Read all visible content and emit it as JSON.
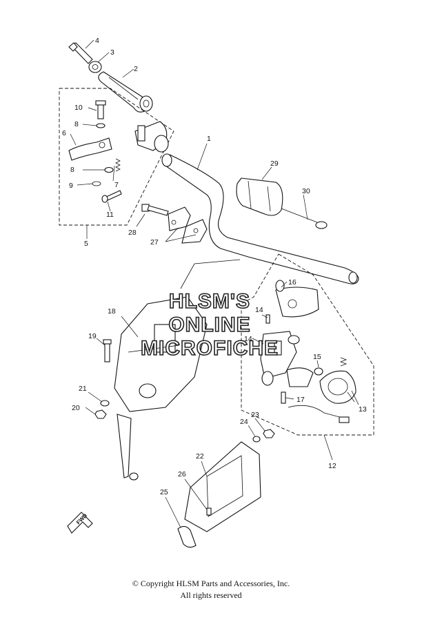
{
  "diagram": {
    "callouts": [
      {
        "id": "c4",
        "label": "4"
      },
      {
        "id": "c3",
        "label": "3"
      },
      {
        "id": "c2",
        "label": "2"
      },
      {
        "id": "c10",
        "label": "10"
      },
      {
        "id": "c8a",
        "label": "8"
      },
      {
        "id": "c6",
        "label": "6"
      },
      {
        "id": "c8b",
        "label": "8"
      },
      {
        "id": "c9",
        "label": "9"
      },
      {
        "id": "c7",
        "label": "7"
      },
      {
        "id": "c11",
        "label": "11"
      },
      {
        "id": "c5",
        "label": "5"
      },
      {
        "id": "c1",
        "label": "1"
      },
      {
        "id": "c29",
        "label": "29"
      },
      {
        "id": "c30",
        "label": "30"
      },
      {
        "id": "c28",
        "label": "28"
      },
      {
        "id": "c27",
        "label": "27"
      },
      {
        "id": "c16",
        "label": "16"
      },
      {
        "id": "c18",
        "label": "18"
      },
      {
        "id": "c14a",
        "label": "14"
      },
      {
        "id": "c14b",
        "label": "14"
      },
      {
        "id": "c19",
        "label": "19"
      },
      {
        "id": "c15",
        "label": "15"
      },
      {
        "id": "c21",
        "label": "21"
      },
      {
        "id": "c17",
        "label": "17"
      },
      {
        "id": "c13",
        "label": "13"
      },
      {
        "id": "c20",
        "label": "20"
      },
      {
        "id": "c23",
        "label": "23"
      },
      {
        "id": "c24",
        "label": "24"
      },
      {
        "id": "c22",
        "label": "22"
      },
      {
        "id": "c12",
        "label": "12"
      },
      {
        "id": "c26",
        "label": "26"
      },
      {
        "id": "c25",
        "label": "25"
      }
    ],
    "fwd_label": "FWD",
    "watermark": [
      "HLSM'S",
      "ONLINE",
      "MICROFICHE"
    ]
  },
  "footer": {
    "copyright": "© Copyright HLSM Parts and Accessories, Inc.",
    "rights": "All rights reserved"
  }
}
